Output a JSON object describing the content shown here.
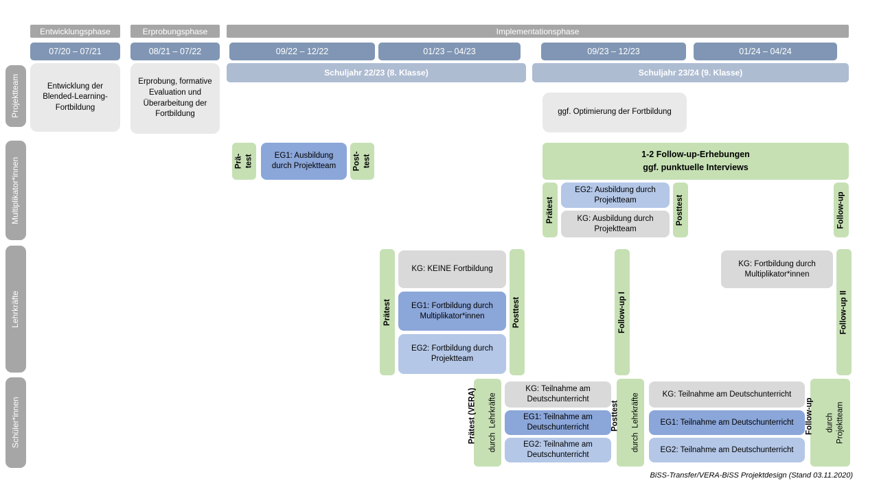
{
  "meta": {
    "caption": "BiSS-Transfer/VERA-BiSS Projektdesign (Stand 03.11.2020)"
  },
  "colors": {
    "phase_gray": "#a6a6a6",
    "period_blue": "#8096b4",
    "school_year_blue": "#aebcd2",
    "light_gray_box": "#e9e9e9",
    "green": "#c6e0b4",
    "eg1_blue": "#8ba6d9",
    "eg2_blue": "#b4c7e7",
    "kg_gray": "#d9d9d9"
  },
  "header": {
    "phases": {
      "p1": "Entwicklungsphase",
      "p2": "Erprobungsphase",
      "p3": "Implementationsphase"
    },
    "periods": {
      "p1": "07/20 – 07/21",
      "p2": "08/21 – 07/22",
      "p3": "09/22 – 12/22",
      "p4": "01/23 – 04/23",
      "p5": "09/23 – 12/23",
      "p6": "01/24 – 04/24"
    },
    "school_years": {
      "sy1": "Schuljahr 22/23 (8. Klasse)",
      "sy2": "Schuljahr 23/24 (9. Klasse)"
    }
  },
  "rows": {
    "projektteam": "Projektteam",
    "multiplikatoren": "Multiplikator*innen",
    "lehrkraefte": "Lehrkräfte",
    "schueler": "Schüler*innen"
  },
  "projektteam": {
    "entwicklung": "Entwicklung der Blended-Learning-Fortbildung",
    "erprobung": "Erprobung, formative Evaluation und Überarbeitung der Fortbildung",
    "optimierung": "ggf. Optimierung der Fortbildung"
  },
  "multiplikatoren": {
    "praetest_a": "Prä-\ntest",
    "eg1": "EG1: Ausbildung durch Projektteam",
    "posttest_a": "Post-\ntest",
    "followup_box": "1-2 Follow-up-Erhebungen\nggf. punktuelle Interviews",
    "praetest_b": "Prätest",
    "eg2": "EG2:  Ausbildung durch Projektteam",
    "kg": "KG: Ausbildung durch Projektteam",
    "posttest_b": "Posttest",
    "followup": "Follow-up"
  },
  "lehrkraefte": {
    "praetest": "Prätest",
    "kg1": "KG:  KEINE Fortbildung",
    "eg1": "EG1: Fortbildung durch Multiplikator*innen",
    "eg2": "EG2: Fortbildung durch Projektteam",
    "posttest": "Posttest",
    "followup1": "Follow-up I",
    "kg2": "KG: Fortbildung durch Multiplikator*innen",
    "followup2": "Follow-up II"
  },
  "schueler": {
    "praetest_main": "Prätest (VERA)",
    "praetest_sub": "durch  Lehrkräfte",
    "kg1": "KG: Teilnahme am Deutschunterricht",
    "eg1a": "EG1: Teilnahme am Deutschunterricht",
    "eg2a": "EG2: Teilnahme am Deutschunterricht",
    "posttest_main": "Posttest",
    "posttest_sub": "durch  Lehrkräfte",
    "kg2": "KG: Teilnahme am Deutschunterricht",
    "eg1b": "EG1: Teilnahme am Deutschunterricht",
    "eg2b": "EG2: Teilnahme am Deutschunterricht",
    "followup_main": "Follow-up",
    "followup_sub": "durch\nProjektteam"
  }
}
